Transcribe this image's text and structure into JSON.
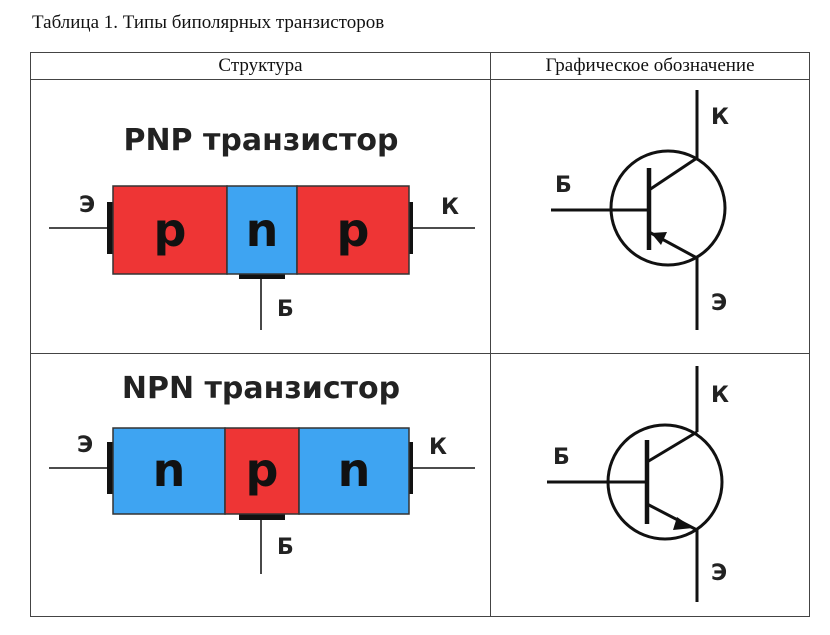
{
  "caption": "Таблица 1. Типы биполярных транзисторов",
  "table": {
    "headers": [
      "Структура",
      "Графическое обозначение"
    ],
    "rows": [
      {
        "title": "PNP транзистор",
        "emitter_label": "Э",
        "collector_label": "К",
        "base_label": "Б",
        "layers": [
          "p",
          "n",
          "p"
        ],
        "symbol": {
          "collector_label": "К",
          "base_label": "Б",
          "emitter_label": "Э",
          "arrow": "into-base"
        }
      },
      {
        "title": "NPN транзистор",
        "emitter_label": "Э",
        "collector_label": "К",
        "base_label": "Б",
        "layers": [
          "n",
          "p",
          "n"
        ],
        "symbol": {
          "collector_label": "К",
          "base_label": "Б",
          "emitter_label": "Э",
          "arrow": "out-of-base"
        }
      }
    ]
  },
  "colors": {
    "p_region": "#ee3535",
    "n_region": "#3ea4f2"
  }
}
